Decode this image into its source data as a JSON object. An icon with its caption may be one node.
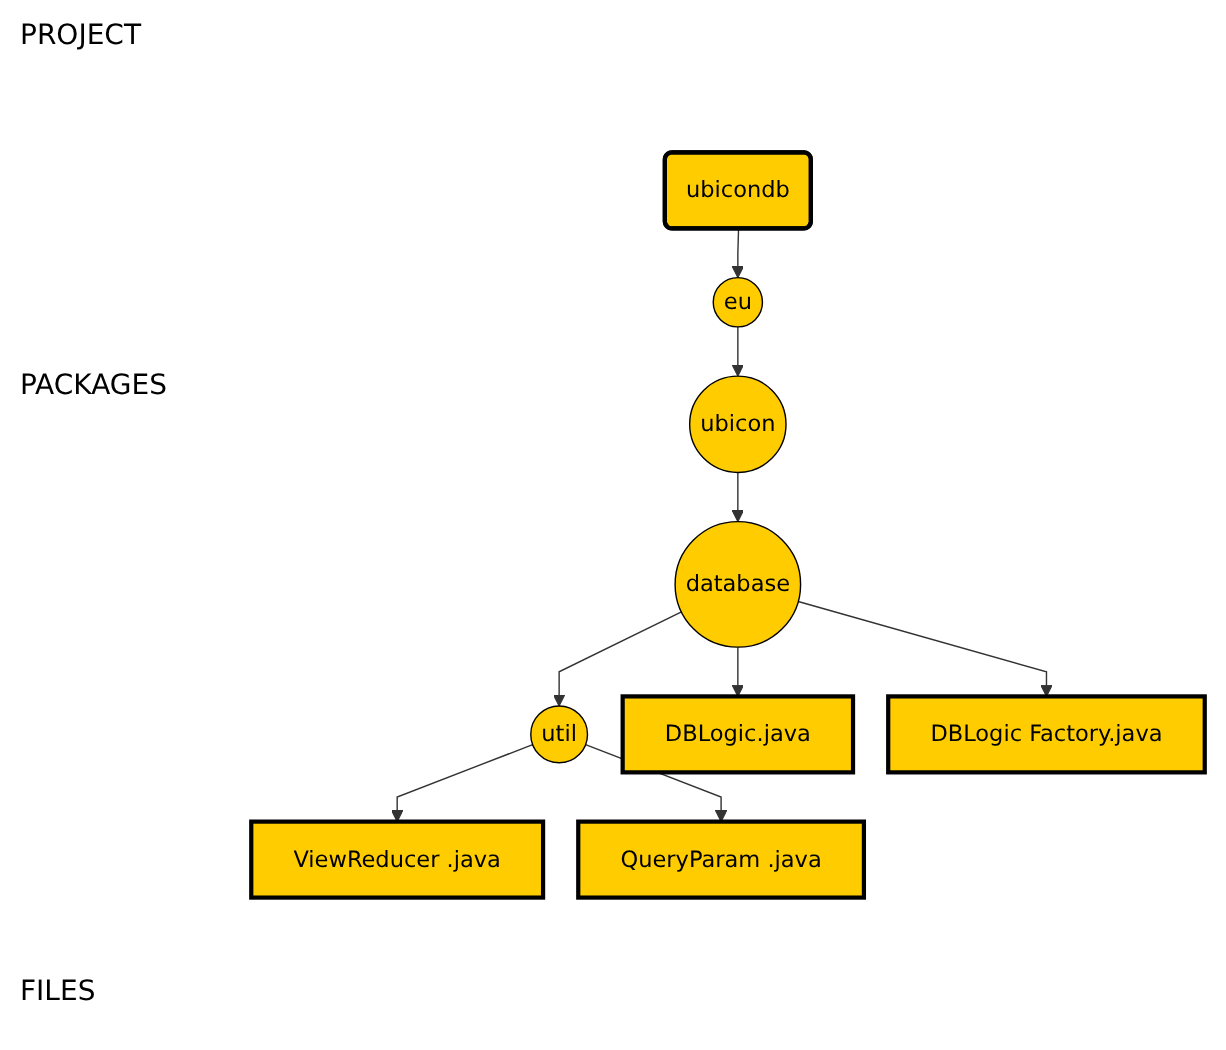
{
  "diagram": {
    "nodes": [
      {
        "text": [
          "ubicondb"
        ]
      },
      {
        "text": [
          "eu"
        ]
      },
      {
        "text": [
          "ubicon"
        ]
      },
      {
        "text": [
          "database"
        ]
      },
      {
        "text": [
          "util"
        ]
      },
      {
        "text": [
          "DBLogic.java"
        ]
      },
      {
        "text": [
          "DBLogic Factory.java"
        ]
      },
      {
        "text": [
          "ViewReducer .java"
        ]
      },
      {
        "text": [
          "QueryParam .java"
        ]
      }
    ],
    "edges": [
      {
        "from": 0,
        "to": 1,
        "arrow": "to"
      },
      {
        "from": 1,
        "to": 2,
        "arrow": "to"
      },
      {
        "from": 2,
        "to": 3,
        "arrow": "to"
      },
      {
        "from": 3,
        "to": 5,
        "arrow": "to"
      },
      {
        "from": 3,
        "to": 6,
        "arrow": "to"
      },
      {
        "from": 3,
        "to": 4,
        "arrow": "to"
      },
      {
        "from": 4,
        "to": 7,
        "arrow": "to"
      },
      {
        "from": 4,
        "to": 8,
        "arrow": "to"
      }
    ],
    "labels": [
      "PROJECT",
      "PACKAGES",
      "FILES"
    ]
  }
}
